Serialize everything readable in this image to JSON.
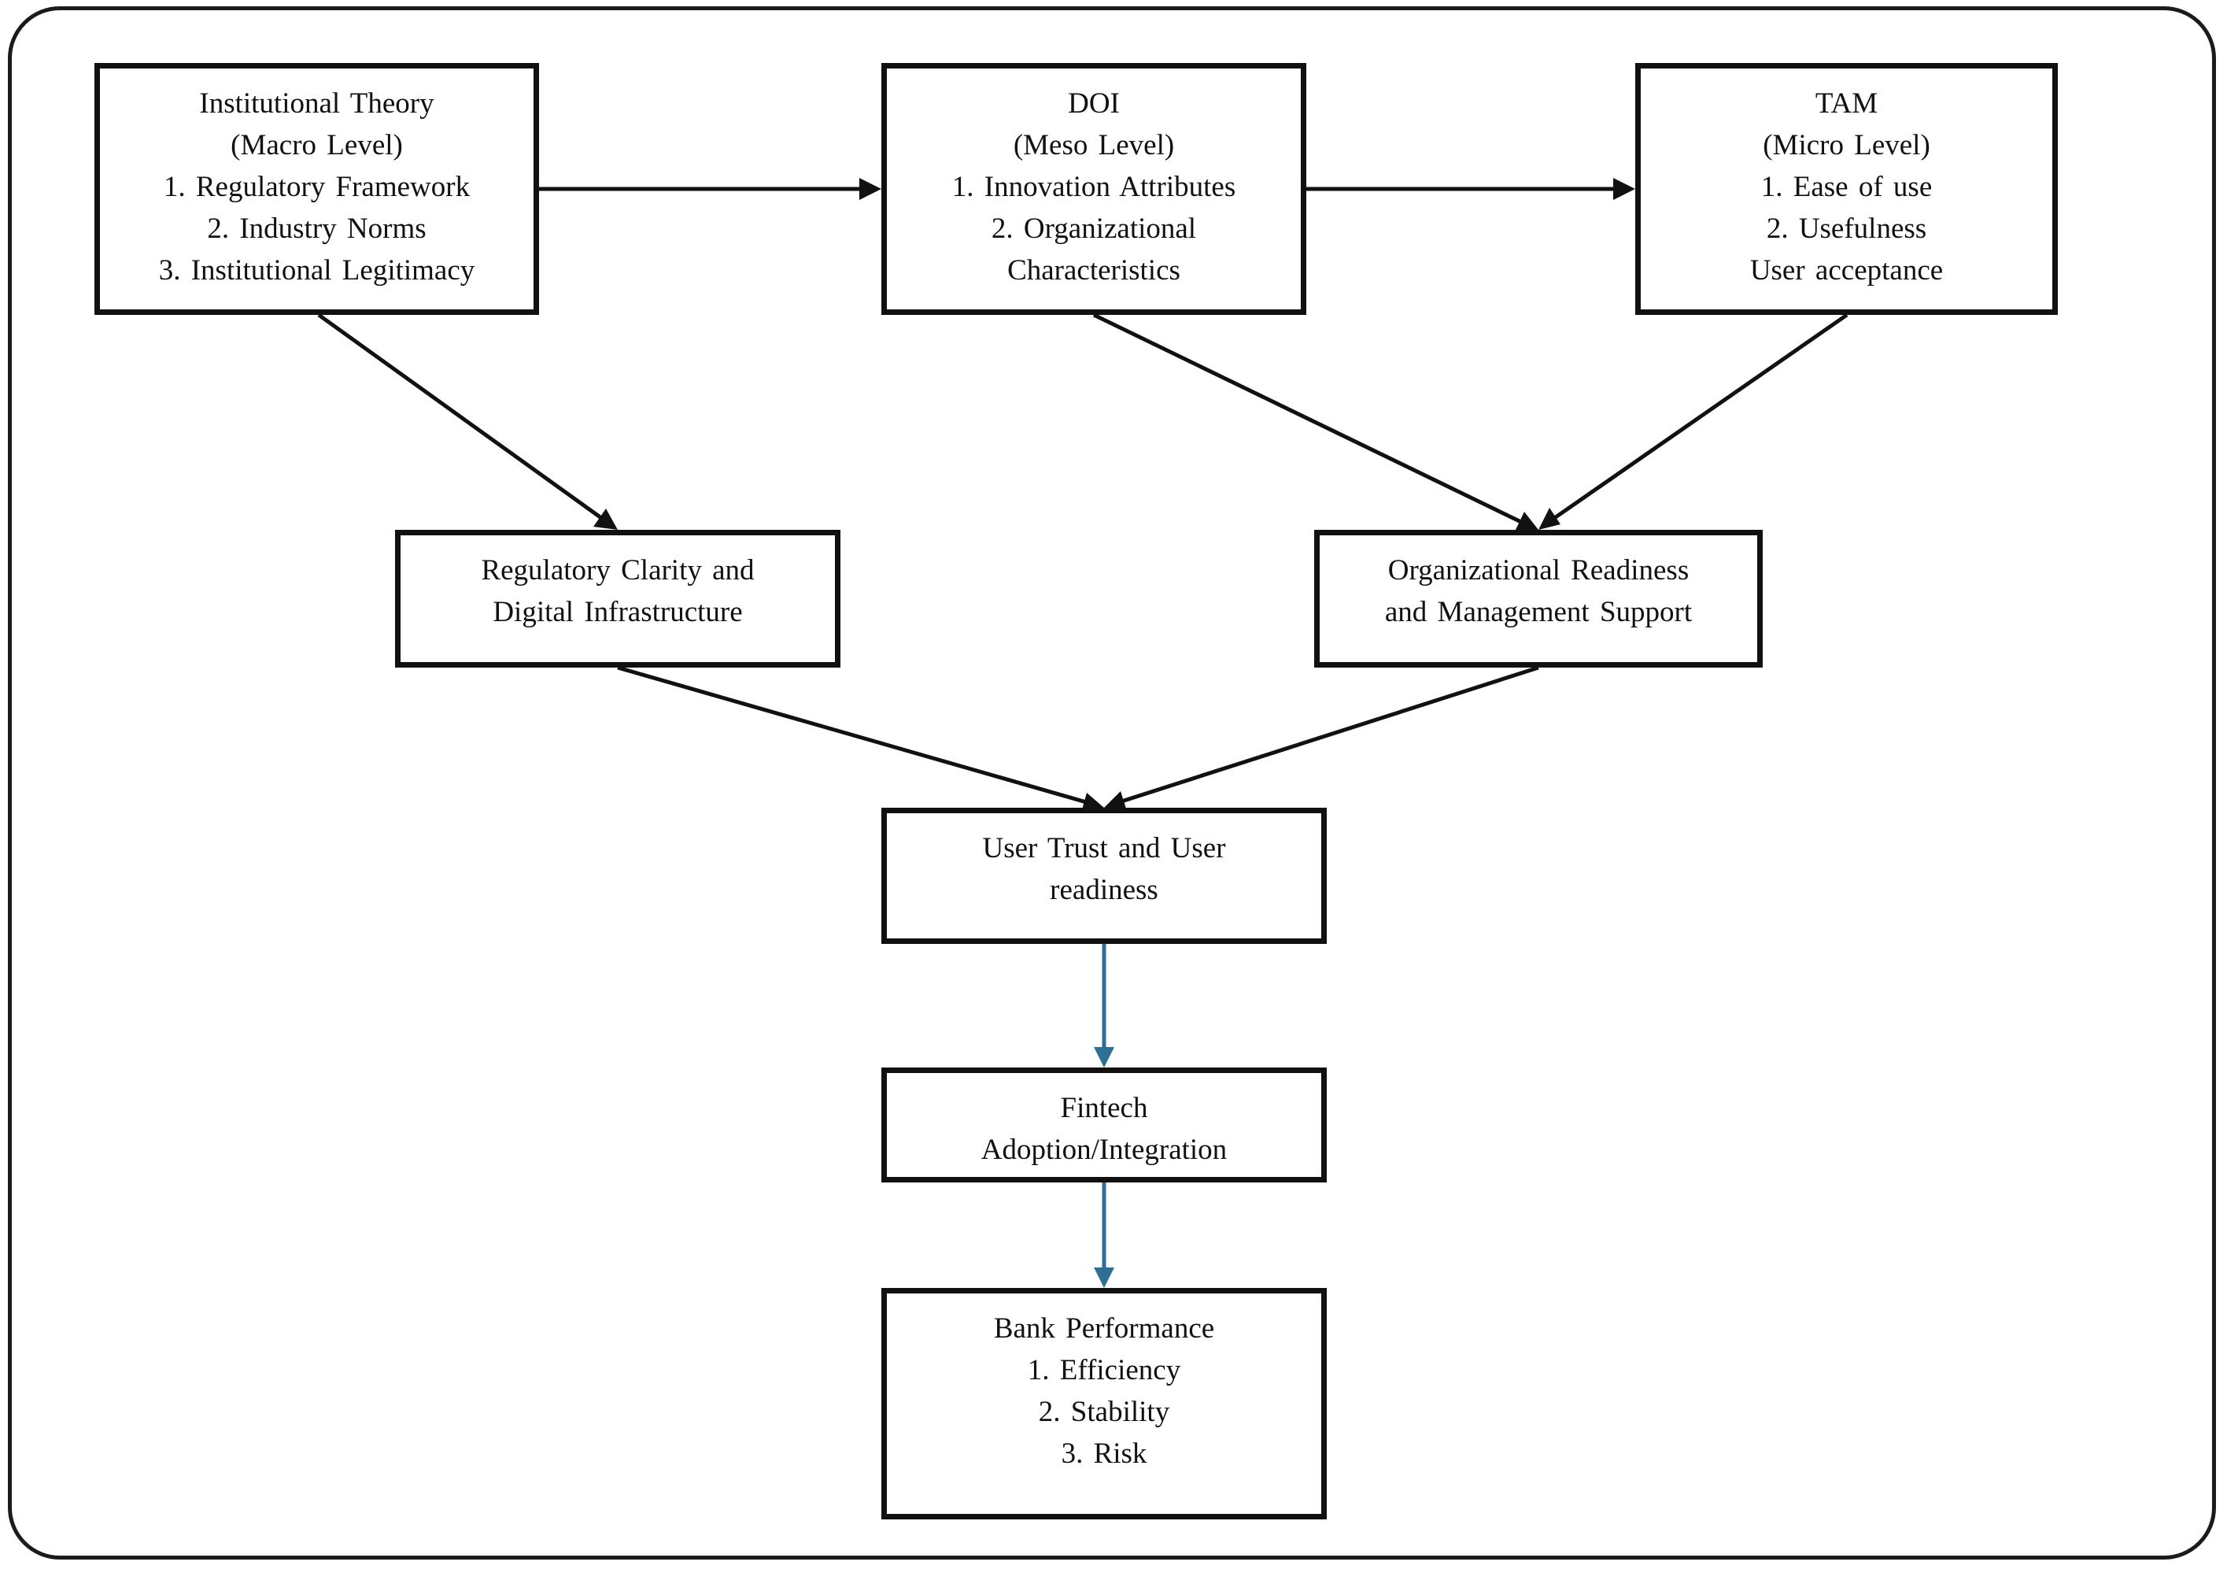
{
  "nodes": {
    "institutional": {
      "title": "Institutional Theory",
      "level": "(Macro Level)",
      "items": [
        "1. Regulatory Framework",
        "2. Industry Norms",
        "3. Institutional Legitimacy"
      ]
    },
    "doi": {
      "title": "DOI",
      "level": "(Meso Level)",
      "items": [
        "1. Innovation Attributes",
        "2. Organizational",
        "Characteristics"
      ]
    },
    "tam": {
      "title": "TAM",
      "level": "(Micro Level)",
      "items": [
        "1. Ease of use",
        "2. Usefulness",
        "User acceptance"
      ]
    },
    "regulatory_clarity": {
      "lines": [
        "Regulatory Clarity and",
        "Digital Infrastructure"
      ]
    },
    "org_readiness": {
      "lines": [
        "Organizational Readiness",
        "and Management Support"
      ]
    },
    "user_trust": {
      "lines": [
        "User Trust and User",
        "readiness"
      ]
    },
    "fintech": {
      "lines": [
        "Fintech",
        "Adoption/Integration"
      ]
    },
    "bank_performance": {
      "title": "Bank Performance",
      "items": [
        "1. Efficiency",
        "2. Stability",
        "3. Risk"
      ]
    }
  },
  "colors": {
    "arrow_dark": "#111111",
    "arrow_blue": "#2e6f95",
    "border": "#111111"
  }
}
